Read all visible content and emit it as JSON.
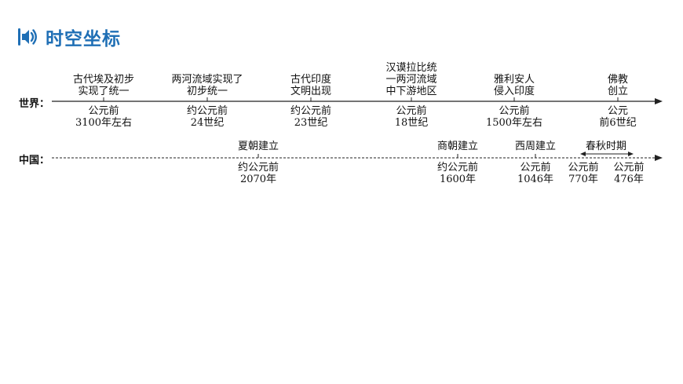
{
  "header": {
    "title": "时空坐标",
    "icon": "speaker-icon"
  },
  "world": {
    "label": "世界：",
    "events": [
      {
        "above": [
          "古代埃及初步",
          "实现了统一"
        ],
        "below": [
          "公元前",
          "3100年左右"
        ]
      },
      {
        "above": [
          "两河流域实现了",
          "初步统一"
        ],
        "below": [
          "约公元前",
          "24世纪"
        ]
      },
      {
        "above": [
          "古代印度",
          "文明出现"
        ],
        "below": [
          "约公元前",
          "23世纪"
        ]
      },
      {
        "above": [
          "汉谟拉比统",
          "一两河流域",
          "中下游地区"
        ],
        "below": [
          "公元前",
          "18世纪"
        ]
      },
      {
        "above": [
          "雅利安人",
          "侵入印度"
        ],
        "below": [
          "公元前",
          "1500年左右"
        ]
      },
      {
        "above": [
          "佛教",
          "创立"
        ],
        "below": [
          "公元",
          "前6世纪"
        ]
      }
    ]
  },
  "china": {
    "label": "中国：",
    "events": [
      {
        "above": [
          "夏朝建立"
        ],
        "below": [
          "约公元前",
          "2070年"
        ]
      },
      {
        "above": [
          "商朝建立"
        ],
        "below": [
          "约公元前",
          "1600年"
        ]
      },
      {
        "above": [
          "西周建立"
        ],
        "below": [
          "公元前",
          "1046年"
        ]
      },
      {
        "above": [
          "春秋时期"
        ],
        "below": []
      },
      {
        "above": [],
        "below": [
          "公元前",
          "770年"
        ]
      },
      {
        "above": [],
        "below": [
          "公元前",
          "476年"
        ]
      }
    ]
  },
  "colors": {
    "accent": "#1f6fb5",
    "line": "#222222"
  }
}
